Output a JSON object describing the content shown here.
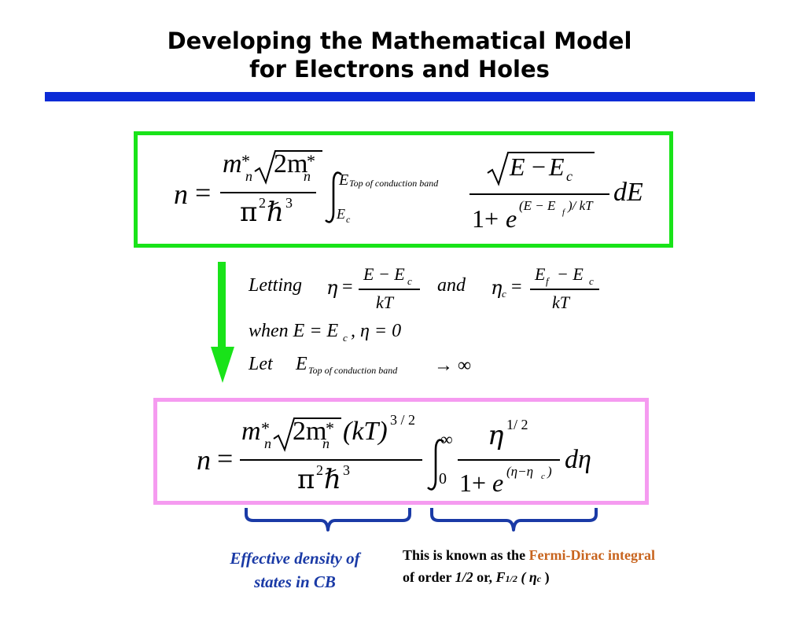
{
  "header": {
    "title_line1": "Developing the Mathematical Model",
    "title_line2": "for Electrons and Holes"
  },
  "colors": {
    "rule": "#0b2bd6",
    "green_box": "#19e319",
    "pink_box": "#f59bf0",
    "arrow": "#19e319",
    "brace": "#1a3aa6",
    "caption": "#1a3aa6",
    "highlight": "#c8641e"
  },
  "eq1": {
    "lhs": "n",
    "equals": "=",
    "num_m": "m",
    "num_sub": "n",
    "star": "*",
    "num_sqrt": "2m",
    "den_pi": "π",
    "den_exp2": "2",
    "den_hbar": "ℏ",
    "den_exp3": "3",
    "upper_limit": "E",
    "upper_sub": "Top of conduction band",
    "lower_limit": "E",
    "lower_sub": "c",
    "frac_num_E": "E",
    "frac_num_minus": "−",
    "frac_num_Ec": "E",
    "frac_num_c": "c",
    "frac_den_one": "1+",
    "frac_den_e": "e",
    "exponent": "(E − E",
    "exponent_f": "f",
    "exponent_tail": ")/ kT",
    "dE": "dE"
  },
  "subst": {
    "letting": "Letting",
    "eta": "η",
    "eq": "=",
    "eta_num": "E − E",
    "eta_num_sub": "c",
    "eta_den": "kT",
    "and": "and",
    "etac": "η",
    "etac_sub": "c",
    "etac_num_E": "E",
    "etac_num_f": "f",
    "etac_num_rest": "− E",
    "etac_num_c": "c",
    "etac_den": "kT",
    "when": "when E = E",
    "when_sub": "c",
    "when_tail": ", η = 0",
    "let": "Let",
    "let_E": "E",
    "let_sub": "Top of conduction band",
    "let_tail": "→ ∞"
  },
  "eq2": {
    "lhs": "n",
    "equals": "=",
    "num_m": "m",
    "num_sub": "n",
    "star": "*",
    "num_sqrt": "2m",
    "kT": "(kT)",
    "kT_exp": "3 / 2",
    "den_pi": "π",
    "den_exp2": "2",
    "den_hbar": "ℏ",
    "den_exp3": "3",
    "upper_limit": "∞",
    "lower_limit": "0",
    "frac_num_eta": "η",
    "frac_num_exp": "1/ 2",
    "frac_den_one": "1+",
    "frac_den_e": "e",
    "exponent": "(η−η",
    "exponent_c": "c",
    "exponent_close": ")",
    "deta": "dη"
  },
  "captions": {
    "left_line1": "Effective density of",
    "left_line2": "states in CB",
    "right_line1_pre": "This is known as the ",
    "right_line1_hl": "Fermi-Dirac integral",
    "right_line2_pre": "of order ",
    "right_line2_order": "1/2",
    "right_line2_mid": " or, ",
    "right_line2_F": "F",
    "right_line2_Fsub": "1/2",
    "right_line2_arg": "( η",
    "right_line2_argsub": "c",
    "right_line2_close": ")"
  }
}
